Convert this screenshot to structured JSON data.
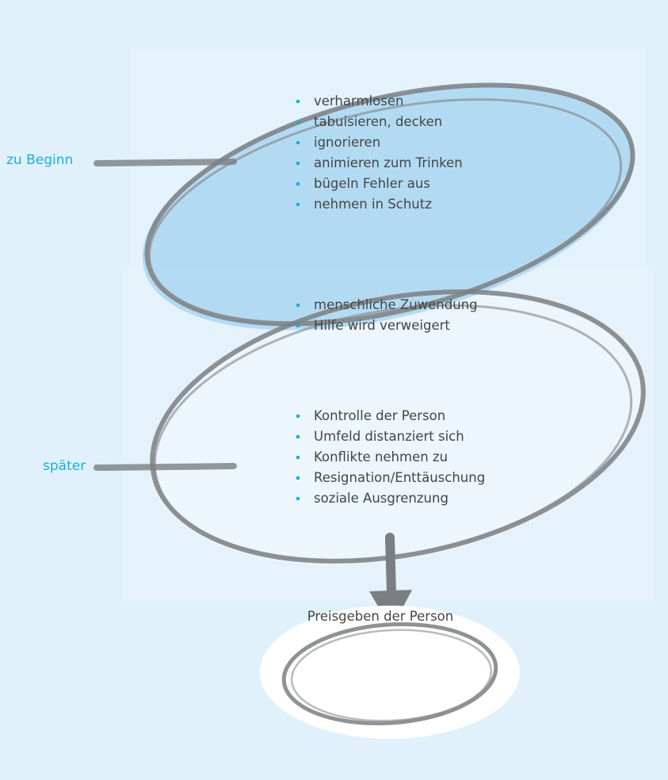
{
  "labels": {
    "beginning": "zu Beginn",
    "later": "später"
  },
  "stages": {
    "beginning": [
      "verharmlosen",
      "tabuisieren, decken",
      "ignorieren",
      "animieren zum Trinken",
      "bügeln Fehler aus",
      "nehmen in Schutz"
    ],
    "middle": [
      "menschliche Zuwendung",
      "Hilfe wird verweigert"
    ],
    "later": [
      "Kontrolle der Person",
      "Umfeld distanziert sich",
      "Konflikte nehmen zu",
      "Resignation/Enttäuschung",
      "soziale Ausgrenzung"
    ]
  },
  "result": "Preisgeben der Person",
  "colors": {
    "background": "#e1f1fb",
    "accent": "#1aaee0",
    "upper_fill": "#a9d6f1",
    "lower_fill": "#e8f4fb",
    "stroke": "#7b7f83",
    "text": "#454545"
  }
}
